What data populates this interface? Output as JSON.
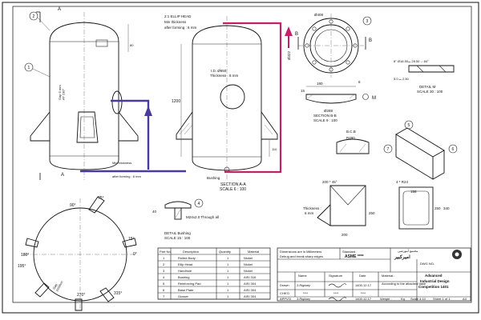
{
  "annotations": {
    "head_label": "2:1 ELLIP HEAD",
    "min_thickness_top_1": "Min thickness",
    "min_thickness_top_2": "after forming : 6 mm",
    "min_thickness_bot_1": "Min thickness",
    "min_thickness_bot_2": "after forming : 6 mm",
    "section_a_title": "SECTION A-A",
    "section_a_scale": "SCALE 6 : 100",
    "id_label": "I.D. Ø650",
    "thickness_label": "Thickness : 8 mm",
    "bushing": "Bushing",
    "section_b_title": "SECTION B-B",
    "section_b_scale": "SCALE 9 : 100",
    "detail_m_title": "DETAIL M",
    "detail_m_scale": "SCALE 30 : 100",
    "detail_bushing_title": "DETAIL Bushing",
    "detail_bushing_scale": "SCALE 15 : 100",
    "m24": "M24x2.0 Through all",
    "thickness6_1": "Thickness :",
    "thickness6_2": "6 mm",
    "bcb": "B.C.B",
    "r490": "R490",
    "pad_dim_1": "200 * 45°",
    "pad_dim_2": "4 * R24",
    "gap_text": "Gap 5 mm\nAT 230°",
    "gap_text_bottom": "Gap\nposition"
  },
  "dimensions": {
    "d408": "Ø408",
    "d322": "Ø322",
    "d288": "Ø288",
    "d180": "180",
    "d6": "6",
    "d15": "15",
    "d40": "40",
    "d80": "80",
    "d1200": "1200",
    "d110": "110",
    "d158": "158",
    "d250_a": "250",
    "d340": "340",
    "d250_b": "250",
    "d200": "200",
    "detail_m_top": "8° Ø18.50⌴ 28.50 ⌵ 84°",
    "detail_m_bot": "5.0 ⌴ 2.50"
  },
  "angles": [
    "75°",
    "90°",
    "15°",
    "0°",
    "180°",
    "195°",
    "270°",
    "315°"
  ],
  "section_letters": {
    "a_top": "A",
    "a_bot": "A",
    "b_left": "B",
    "b_right": "B",
    "m": "M"
  },
  "balloons": [
    "1",
    "2",
    "3",
    "4",
    "5",
    "6",
    "7"
  ],
  "parts_table": {
    "headers": [
      "Part No.",
      "Description",
      "Quantity",
      "Material"
    ],
    "rows": [
      [
        "1",
        "Rolled Body",
        "1",
        "Nickel"
      ],
      [
        "2",
        "Ellip Head",
        "1",
        "Nickel"
      ],
      [
        "3",
        "Handhole",
        "1",
        "Nickel"
      ],
      [
        "4",
        "Bushing",
        "1",
        "AISI 316"
      ],
      [
        "5",
        "Reinforcing Pad",
        "1",
        "AISI 304"
      ],
      [
        "6",
        "Base Plate",
        "1",
        "AISI 304"
      ],
      [
        "7",
        "Gusset",
        "1",
        "AISI 304"
      ]
    ]
  },
  "title_block": {
    "dims_note": "Dimensions are in Millimeters",
    "debug_note": "Debug and break sharp edges",
    "standard_label": "Standard :",
    "standard_value": "ASME ****",
    "col_name": "Name",
    "col_signature": "Signature",
    "col_date": "Date",
    "col_material": "Material :",
    "row_drawn": "Drawn",
    "row_chkd": "CHK'D",
    "row_appvd": "APPV'D",
    "drawn_name": "3.Rigbary",
    "drawn_date": "1400.12.17",
    "chkd_name": "****",
    "chkd_sig": "****",
    "chkd_date": "****",
    "appvd_name": "3.Rigbary",
    "appvd_date": "1400.12.17",
    "material_value": "According to the attached table",
    "dwg_no_label": "DWG NO.",
    "dwg_title_1": "Advanced",
    "dwg_title_2": "Industrial Design",
    "dwg_title_3": "Competition 1401",
    "weight_label": "Weight :",
    "weight_unit": "Kg",
    "scale_label": "Scale 4:10",
    "sheet_label": "Sheet 1 of 1",
    "size_label": "A4",
    "logo_text_top": "مجتمع آموزشی",
    "logo_text_main": "امیرکبیر"
  }
}
